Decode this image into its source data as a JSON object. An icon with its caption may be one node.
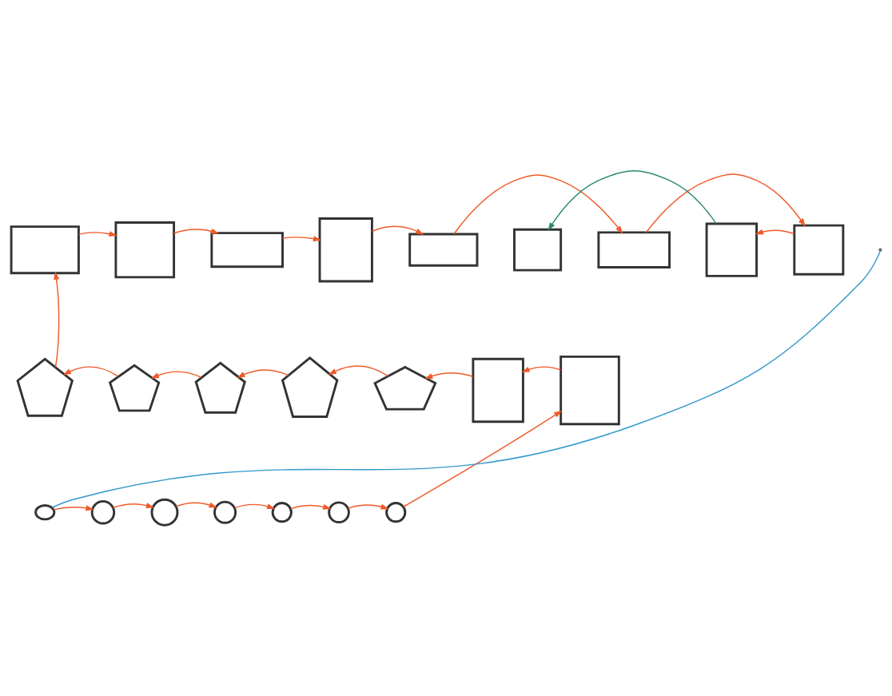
{
  "diagram": {
    "nodes": [
      {
        "text": [],
        "shape": "box"
      },
      {
        "text": [],
        "shape": "box"
      },
      {
        "text": [],
        "shape": "box"
      },
      {
        "text": [],
        "shape": "box"
      },
      {
        "text": [],
        "shape": "box"
      },
      {
        "text": [],
        "shape": "box"
      },
      {
        "text": [],
        "shape": "box"
      },
      {
        "text": [],
        "shape": "box"
      },
      {
        "text": [],
        "shape": "box"
      },
      {
        "text": [],
        "shape": "pentagon"
      },
      {
        "text": [],
        "shape": "pentagon"
      },
      {
        "text": [],
        "shape": "pentagon"
      },
      {
        "text": [],
        "shape": "pentagon"
      },
      {
        "text": [],
        "shape": "pentagon"
      },
      {
        "text": [],
        "shape": "box"
      },
      {
        "text": [],
        "shape": "box"
      },
      {
        "text": [],
        "shape": "circle"
      },
      {
        "text": [],
        "shape": "circle"
      },
      {
        "text": [],
        "shape": "circle"
      },
      {
        "text": [],
        "shape": "circle"
      },
      {
        "text": [],
        "shape": "circle"
      },
      {
        "text": [],
        "shape": "circle"
      },
      {
        "text": [],
        "shape": "circle"
      }
    ],
    "edges": [
      {
        "from": null,
        "to": 16,
        "arrow": "none",
        "color": "#3399cc"
      },
      {
        "from": 16,
        "to": 17,
        "arrow": "to"
      },
      {
        "from": 17,
        "to": 18,
        "arrow": "to"
      },
      {
        "from": 18,
        "to": 19,
        "arrow": "to"
      },
      {
        "from": 19,
        "to": 20,
        "arrow": "to"
      },
      {
        "from": 20,
        "to": 21,
        "arrow": "to"
      },
      {
        "from": 21,
        "to": 22,
        "arrow": "to"
      },
      {
        "from": 22,
        "to": 15,
        "arrow": "to"
      },
      {
        "from": 15,
        "to": 14,
        "arrow": "to"
      },
      {
        "from": 14,
        "to": 13,
        "arrow": "to"
      },
      {
        "from": 13,
        "to": 12,
        "arrow": "to"
      },
      {
        "from": 12,
        "to": 11,
        "arrow": "to"
      },
      {
        "from": 11,
        "to": 10,
        "arrow": "to"
      },
      {
        "from": 10,
        "to": 9,
        "arrow": "to"
      },
      {
        "from": 9,
        "to": 0,
        "arrow": "to"
      },
      {
        "from": 0,
        "to": 1,
        "arrow": "to"
      },
      {
        "from": 1,
        "to": 2,
        "arrow": "to"
      },
      {
        "from": 2,
        "to": 3,
        "arrow": "to"
      },
      {
        "from": 3,
        "to": 4,
        "arrow": "to"
      },
      {
        "from": 4,
        "to": 6,
        "arrow": "to"
      },
      {
        "from": 6,
        "to": 8,
        "arrow": "to"
      },
      {
        "from": 8,
        "to": 7,
        "arrow": "to"
      },
      {
        "from": 7,
        "to": 5,
        "arrow": "to",
        "color": "#2a8a6a"
      }
    ]
  }
}
